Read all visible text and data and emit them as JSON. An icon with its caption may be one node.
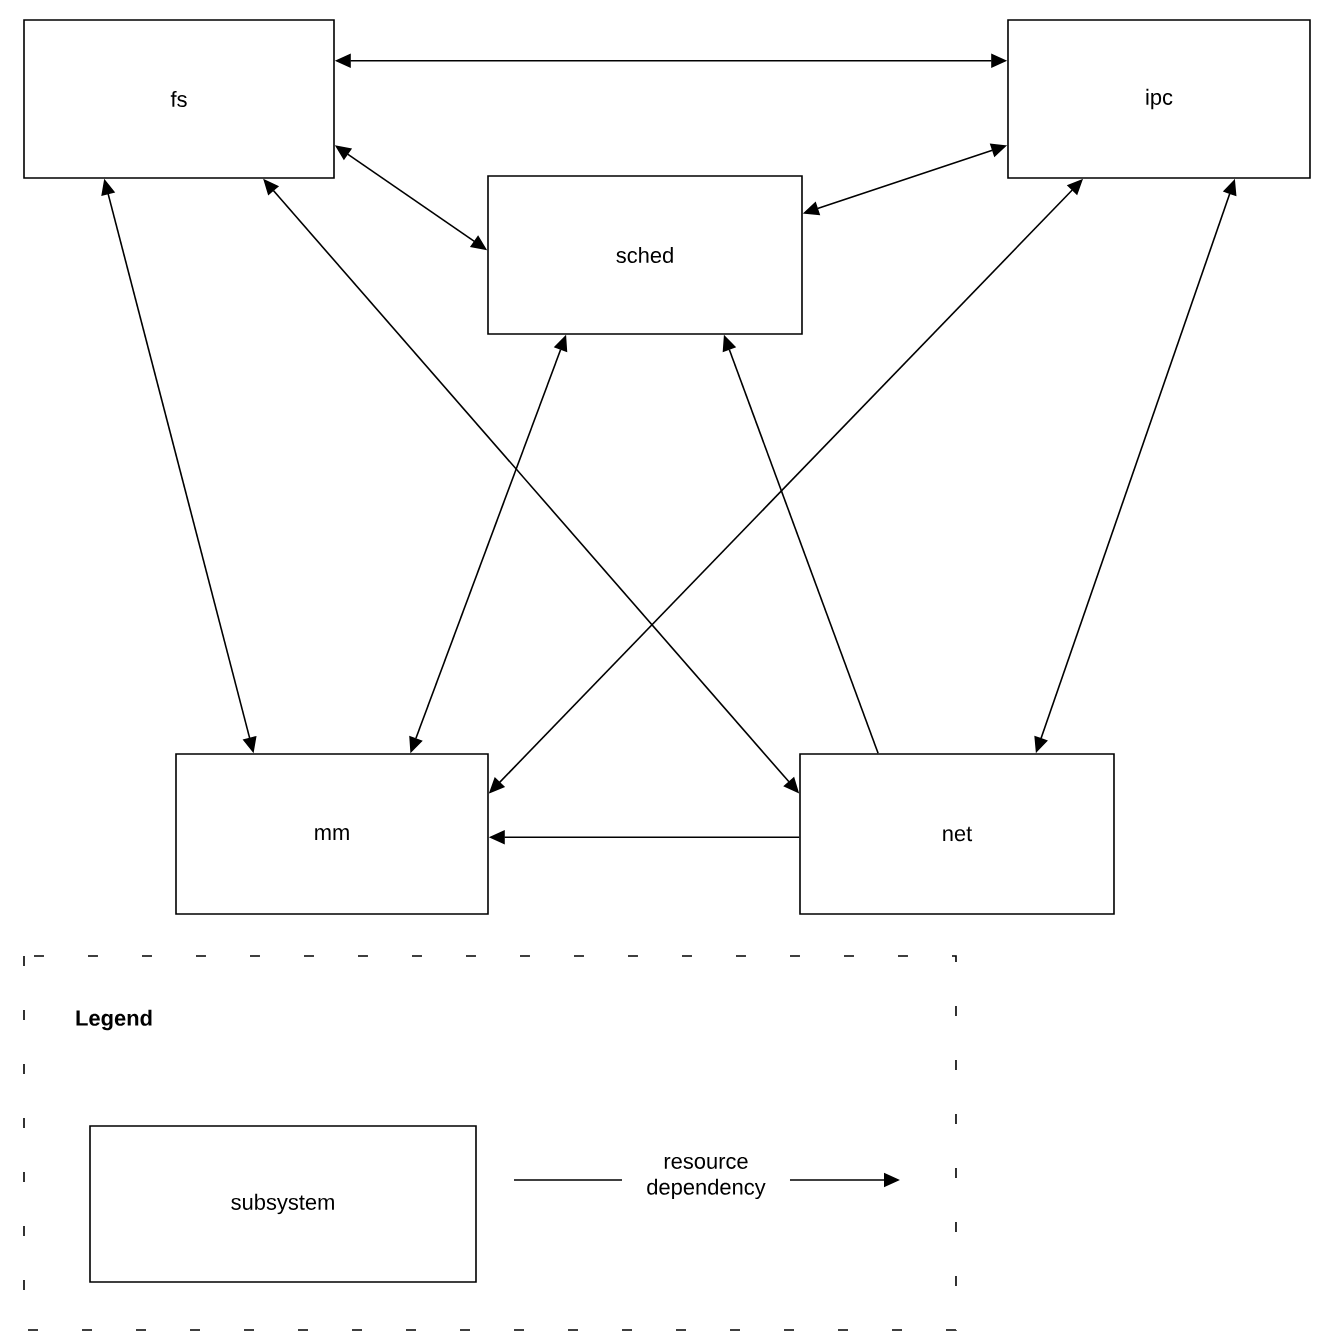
{
  "diagram": {
    "nodes": [
      {
        "text": [
          "fs"
        ]
      },
      {
        "text": [
          "ipc"
        ]
      },
      {
        "text": [
          "sched"
        ]
      },
      {
        "text": [
          "mm"
        ]
      },
      {
        "text": [
          "net"
        ]
      }
    ],
    "edges": [
      {
        "from": 0,
        "to": 1,
        "arrow": "both"
      },
      {
        "from": 0,
        "to": 2,
        "arrow": "both"
      },
      {
        "from": 1,
        "to": 2,
        "arrow": "both"
      },
      {
        "from": 0,
        "to": 3,
        "arrow": "both"
      },
      {
        "from": 0,
        "to": 4,
        "arrow": "both"
      },
      {
        "from": 2,
        "to": 3,
        "arrow": "both"
      },
      {
        "from": 4,
        "to": 2,
        "arrow": "to"
      },
      {
        "from": 1,
        "to": 3,
        "arrow": "both"
      },
      {
        "from": 1,
        "to": 4,
        "arrow": "both"
      },
      {
        "from": 4,
        "to": 3,
        "arrow": "to"
      }
    ],
    "labels": [
      "Legend"
    ],
    "legend": [
      {
        "text": "subsystem"
      },
      {
        "text": "resource dependency"
      }
    ]
  }
}
